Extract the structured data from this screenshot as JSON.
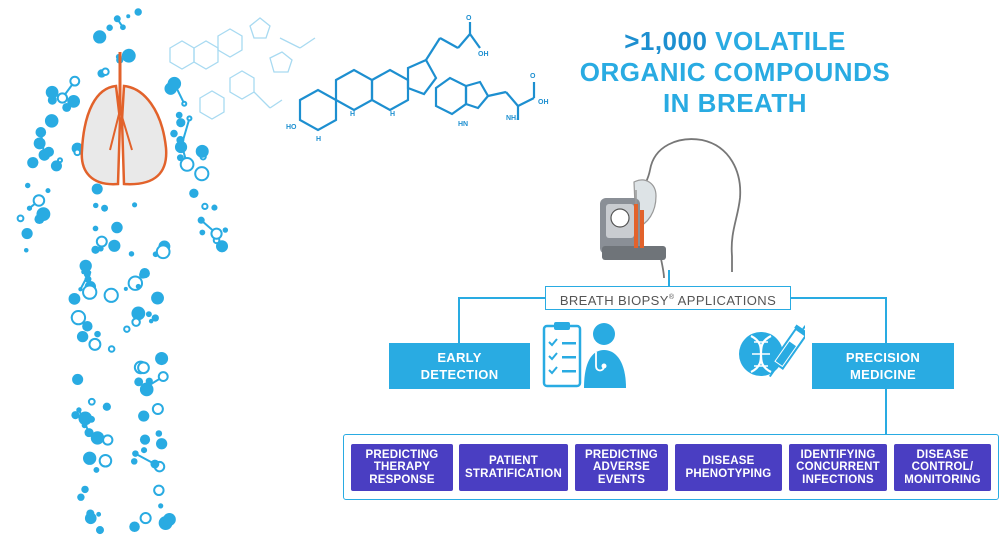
{
  "headline": {
    "number": ">1,000",
    "line1_rest": "VOLATILE",
    "line2": "ORGANIC COMPOUNDS",
    "line3": "IN BREATH"
  },
  "applications": {
    "label": "BREATH BIOPSY",
    "mark": "®",
    "suffix": "APPLICATIONS"
  },
  "categories": [
    {
      "label": "EARLY\nDETECTION"
    },
    {
      "label": "PRECISION\nMEDICINE"
    }
  ],
  "outcomes": [
    {
      "label": "PREDICTING\nTHERAPY\nRESPONSE"
    },
    {
      "label": "PATIENT\nSTRATIFICATION"
    },
    {
      "label": "PREDICTING\nADVERSE\nEVENTS"
    },
    {
      "label": "DISEASE\nPHENOTYPING"
    },
    {
      "label": "IDENTIFYING\nCONCURRENT\nINFECTIONS"
    },
    {
      "label": "DISEASE\nCONTROL/\nMONITORING"
    }
  ],
  "molecule_labels": {
    "ho": "HO",
    "h1": "H",
    "h2": "H",
    "h3": "H",
    "oh": "OH",
    "nh2": "NH₂",
    "hn": "HN",
    "o1": "O",
    "o2": "O",
    "oh2": "OH"
  },
  "colors": {
    "accent_blue": "#29abe2",
    "outcome_purple": "#4a3ec2",
    "lung_orange": "#e2622b",
    "lung_fill": "#e9e9e9"
  },
  "icons": [
    "molecular-human-figure",
    "lungs-icon",
    "molecule-structures",
    "head-profile-icon",
    "breath-sampler-device-icon",
    "clipboard-doctor-icon",
    "dna-syringe-icon"
  ]
}
